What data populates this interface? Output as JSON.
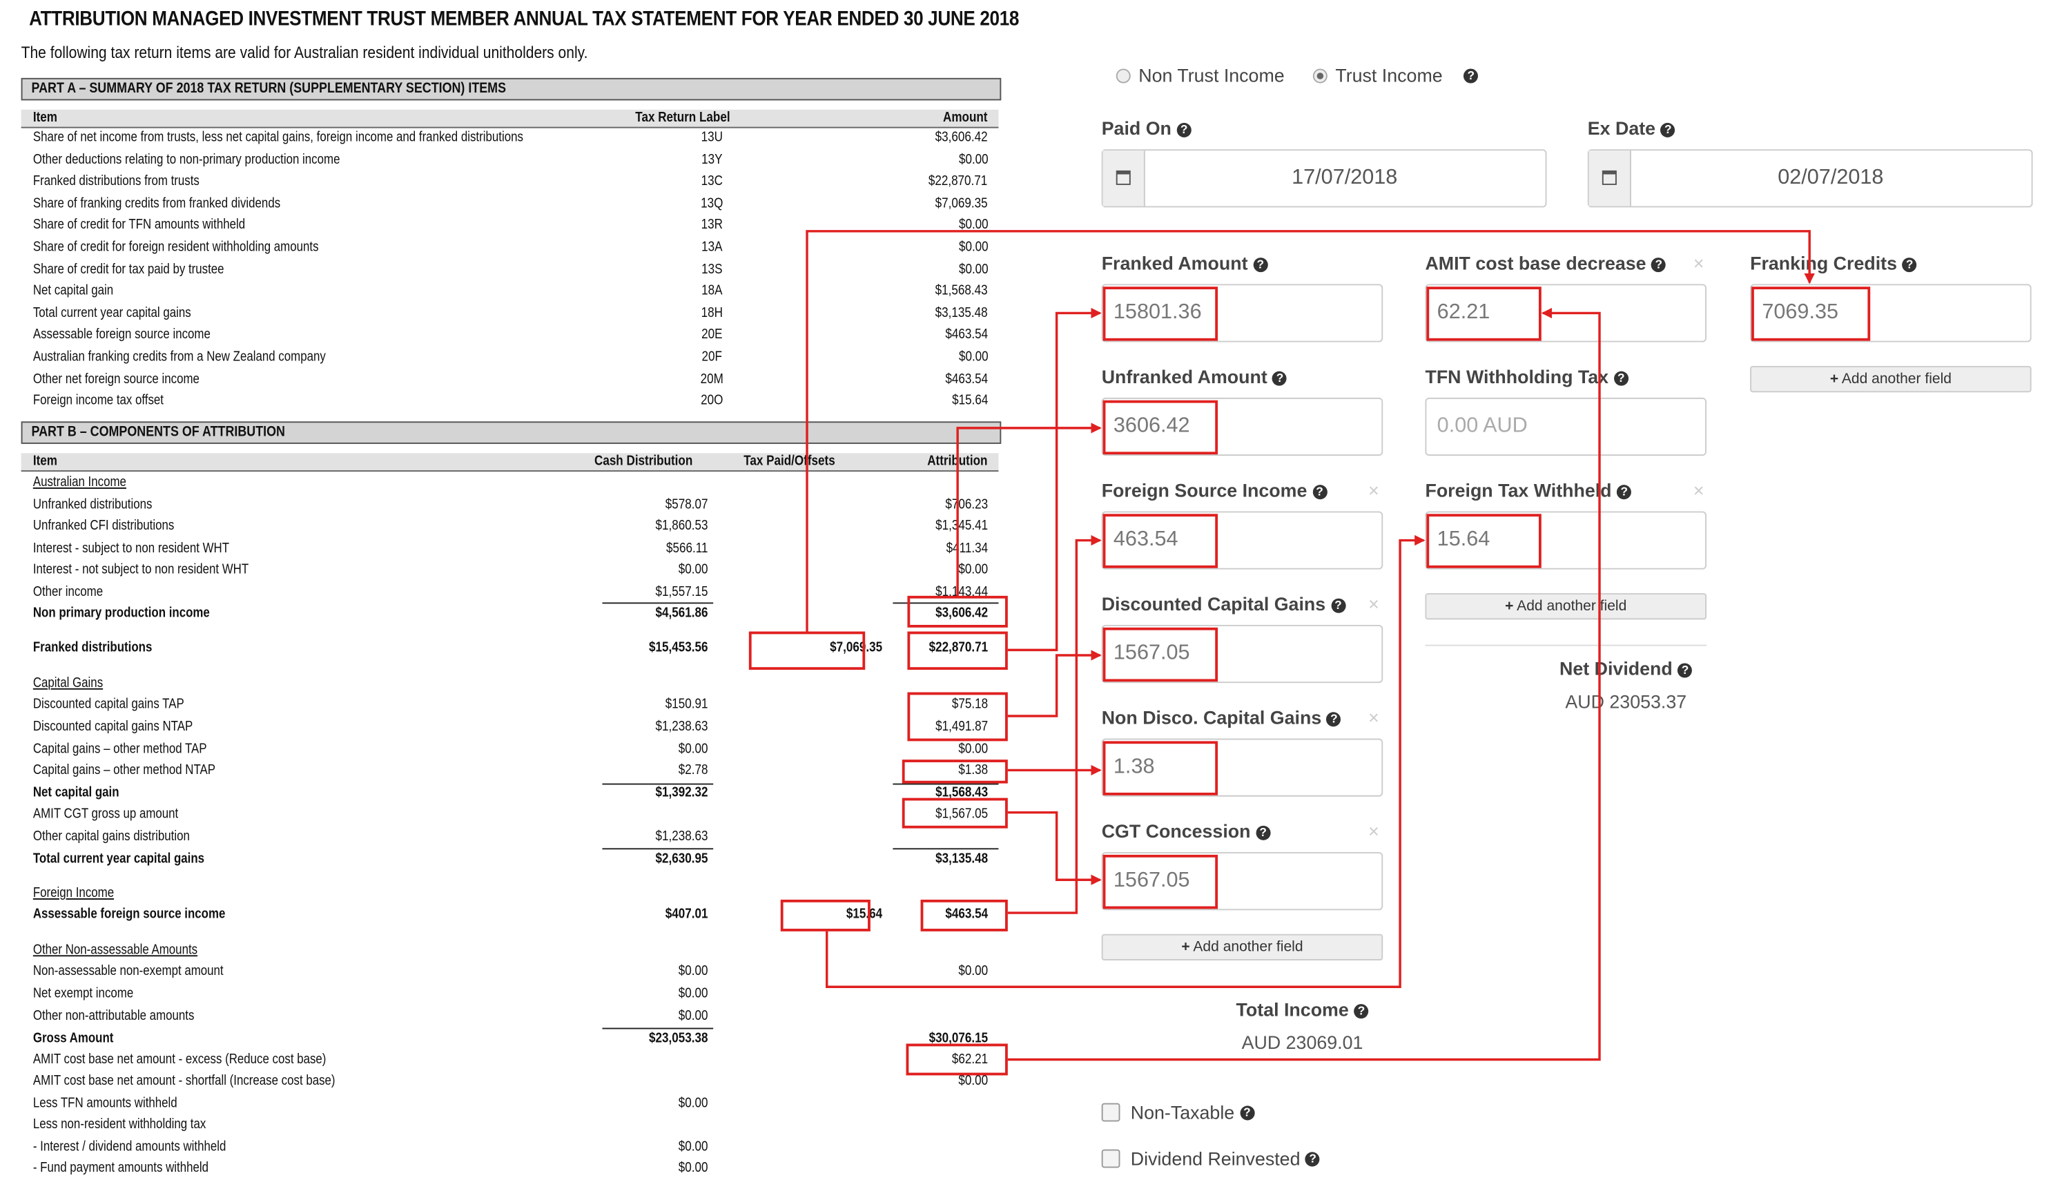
{
  "doc": {
    "title": "ATTRIBUTION MANAGED INVESTMENT TRUST MEMBER ANNUAL TAX STATEMENT FOR YEAR ENDED 30 JUNE 2018",
    "subtitle": "The following tax return items are valid for Australian resident individual unitholders only.",
    "partA": {
      "title": "PART A – SUMMARY OF 2018 TAX RETURN (SUPPLEMENTARY SECTION) ITEMS",
      "headers": {
        "item": "Item",
        "label": "Tax Return Label",
        "amount": "Amount"
      },
      "rows": [
        {
          "item": "Share of net income from trusts, less net capital gains, foreign income and franked distributions",
          "label": "13U",
          "amount": "$3,606.42"
        },
        {
          "item": "Other deductions relating to non-primary production income",
          "label": "13Y",
          "amount": "$0.00"
        },
        {
          "item": "Franked distributions from trusts",
          "label": "13C",
          "amount": "$22,870.71"
        },
        {
          "item": "Share of franking credits from franked dividends",
          "label": "13Q",
          "amount": "$7,069.35"
        },
        {
          "item": "Share of credit for TFN amounts withheld",
          "label": "13R",
          "amount": "$0.00"
        },
        {
          "item": "Share of credit for foreign resident withholding amounts",
          "label": "13A",
          "amount": "$0.00"
        },
        {
          "item": "Share of credit for tax paid by trustee",
          "label": "13S",
          "amount": "$0.00"
        },
        {
          "item": "Net capital gain",
          "label": "18A",
          "amount": "$1,568.43"
        },
        {
          "item": "Total current year capital gains",
          "label": "18H",
          "amount": "$3,135.48"
        },
        {
          "item": "Assessable foreign source income",
          "label": "20E",
          "amount": "$463.54"
        },
        {
          "item": "Australian franking credits from a New Zealand company",
          "label": "20F",
          "amount": "$0.00"
        },
        {
          "item": "Other net foreign source income",
          "label": "20M",
          "amount": "$463.54"
        },
        {
          "item": "Foreign income tax offset",
          "label": "20O",
          "amount": "$15.64"
        }
      ]
    },
    "partB": {
      "title": "PART B – COMPONENTS OF ATTRIBUTION",
      "headers": {
        "item": "Item",
        "cash": "Cash Distribution",
        "tax": "Tax Paid/Offsets",
        "attr": "Attribution"
      },
      "rows": [
        {
          "item": "Australian Income",
          "cash": "",
          "tax": "",
          "attr": "",
          "style": "ul"
        },
        {
          "item": "Unfranked distributions",
          "cash": "$578.07",
          "tax": "",
          "attr": "$706.23"
        },
        {
          "item": "Unfranked CFI distributions",
          "cash": "$1,860.53",
          "tax": "",
          "attr": "$1,345.41"
        },
        {
          "item": "Interest - subject to non resident WHT",
          "cash": "$566.11",
          "tax": "",
          "attr": "$411.34"
        },
        {
          "item": "Interest - not subject to non resident WHT",
          "cash": "$0.00",
          "tax": "",
          "attr": "$0.00"
        },
        {
          "item": "Other income",
          "cash": "$1,557.15",
          "tax": "",
          "attr": "$1,143.44"
        },
        {
          "item": "Non primary production income",
          "cash": "$4,561.86",
          "tax": "",
          "attr": "$3,606.42",
          "style": "bold"
        },
        {
          "item": "Franked distributions",
          "cash": "$15,453.56",
          "tax": "$7,069.35",
          "attr": "$22,870.71",
          "style": "bold"
        },
        {
          "item": "Capital Gains",
          "cash": "",
          "tax": "",
          "attr": "",
          "style": "ul"
        },
        {
          "item": "Discounted capital gains TAP",
          "cash": "$150.91",
          "tax": "",
          "attr": "$75.18"
        },
        {
          "item": "Discounted capital gains NTAP",
          "cash": "$1,238.63",
          "tax": "",
          "attr": "$1,491.87"
        },
        {
          "item": "Capital gains – other method TAP",
          "cash": "$0.00",
          "tax": "",
          "attr": "$0.00"
        },
        {
          "item": "Capital gains – other method NTAP",
          "cash": "$2.78",
          "tax": "",
          "attr": "$1.38"
        },
        {
          "item": "Net capital gain",
          "cash": "$1,392.32",
          "tax": "",
          "attr": "$1,568.43",
          "style": "bold"
        },
        {
          "item": "AMIT CGT gross up amount",
          "cash": "",
          "tax": "",
          "attr": "$1,567.05"
        },
        {
          "item": "Other capital gains distribution",
          "cash": "$1,238.63",
          "tax": "",
          "attr": ""
        },
        {
          "item": "Total current year capital gains",
          "cash": "$2,630.95",
          "tax": "",
          "attr": "$3,135.48",
          "style": "bold"
        },
        {
          "item": "Foreign Income",
          "cash": "",
          "tax": "",
          "attr": "",
          "style": "ul"
        },
        {
          "item": "Assessable foreign source income",
          "cash": "$407.01",
          "tax": "$15.64",
          "attr": "$463.54",
          "style": "bold"
        },
        {
          "item": "Other Non-assessable Amounts",
          "cash": "",
          "tax": "",
          "attr": "",
          "style": "ul"
        },
        {
          "item": "Non-assessable non-exempt amount",
          "cash": "$0.00",
          "tax": "",
          "attr": "$0.00"
        },
        {
          "item": "Net exempt income",
          "cash": "$0.00",
          "tax": "",
          "attr": ""
        },
        {
          "item": "Other non-attributable amounts",
          "cash": "$0.00",
          "tax": "",
          "attr": ""
        },
        {
          "item": "Gross Amount",
          "cash": "$23,053.38",
          "tax": "",
          "attr": "$30,076.15",
          "style": "bold"
        },
        {
          "item": "AMIT cost base net amount - excess (Reduce cost base)",
          "cash": "",
          "tax": "",
          "attr": "$62.21"
        },
        {
          "item": "AMIT cost base net amount - shortfall (Increase cost base)",
          "cash": "",
          "tax": "",
          "attr": "$0.00"
        },
        {
          "item": "Less TFN amounts withheld",
          "cash": "$0.00",
          "tax": "",
          "attr": ""
        },
        {
          "item": "Less non-resident withholding tax",
          "cash": "",
          "tax": "",
          "attr": ""
        },
        {
          "item": "- Interest / dividend amounts withheld",
          "cash": "$0.00",
          "tax": "",
          "attr": ""
        },
        {
          "item": "- Fund payment amounts withheld",
          "cash": "$0.00",
          "tax": "",
          "attr": ""
        }
      ]
    }
  },
  "form": {
    "income_type": {
      "option1": "Non Trust Income",
      "option2": "Trust Income",
      "selected": "Trust Income"
    },
    "paid_on": {
      "label": "Paid On",
      "value": "17/07/2018"
    },
    "ex_date": {
      "label": "Ex Date",
      "value": "02/07/2018"
    },
    "franked_amount": {
      "label": "Franked Amount",
      "value": "15801.36"
    },
    "amit_cost_base": {
      "label": "AMIT cost base decrease",
      "value": "62.21"
    },
    "franking_credits": {
      "label": "Franking Credits",
      "value": "7069.35"
    },
    "unfranked_amount": {
      "label": "Unfranked Amount",
      "value": "3606.42"
    },
    "tfn_withholding": {
      "label": "TFN Withholding Tax",
      "placeholder": "0.00 AUD"
    },
    "foreign_source_income": {
      "label": "Foreign Source Income",
      "value": "463.54"
    },
    "foreign_tax_withheld": {
      "label": "Foreign Tax Withheld",
      "value": "15.64"
    },
    "discounted_cg": {
      "label": "Discounted Capital Gains",
      "value": "1567.05"
    },
    "non_disco_cg": {
      "label": "Non Disco. Capital Gains",
      "value": "1.38"
    },
    "cgt_concession": {
      "label": "CGT Concession",
      "value": "1567.05"
    },
    "add_field_label": "Add another field",
    "add_icon": "+",
    "net_dividend": {
      "label": "Net Dividend",
      "value": "AUD 23053.37"
    },
    "total_income": {
      "label": "Total Income",
      "value": "AUD 23069.01"
    },
    "non_taxable": "Non-Taxable",
    "dividend_reinvested": "Dividend Reinvested",
    "help_icon": "?",
    "remove_icon": "×"
  },
  "colors": {
    "highlight": "#e02020",
    "label": "#444444",
    "input_text": "#777777"
  },
  "icons": [
    "calendar-icon",
    "help-icon",
    "remove-icon",
    "plus-icon",
    "radio-icon",
    "checkbox-icon"
  ]
}
